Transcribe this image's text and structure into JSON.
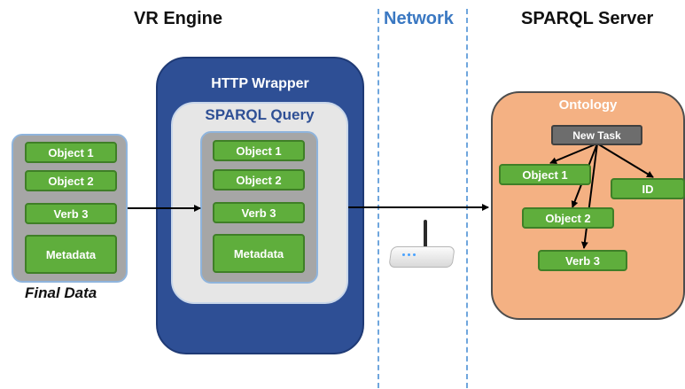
{
  "headings": {
    "vr_engine": "VR Engine",
    "network": "Network",
    "sparql_server": "SPARQL Server"
  },
  "final_data": {
    "label": "Final Data",
    "items": [
      "Object 1",
      "Object 2",
      "Verb 3",
      "Metadata"
    ]
  },
  "http_wrapper": {
    "title": "HTTP Wrapper",
    "sparql_query": {
      "title": "SPARQL Query",
      "items": [
        "Object 1",
        "Object 2",
        "Verb 3",
        "Metadata"
      ]
    }
  },
  "ontology": {
    "title": "Ontology",
    "new_task": "New Task",
    "object1": "Object 1",
    "object2": "Object 2",
    "id": "ID",
    "verb3": "Verb 3"
  },
  "colors": {
    "green": "#5fae3c",
    "http_blue": "#2e4f95",
    "sparql_gray": "#e6e6e6",
    "panel_gray": "#a6a6a6",
    "ontology_orange": "#f4b183",
    "network_blue": "#3a78c2"
  },
  "icons": {
    "router": "wifi-router-icon"
  }
}
